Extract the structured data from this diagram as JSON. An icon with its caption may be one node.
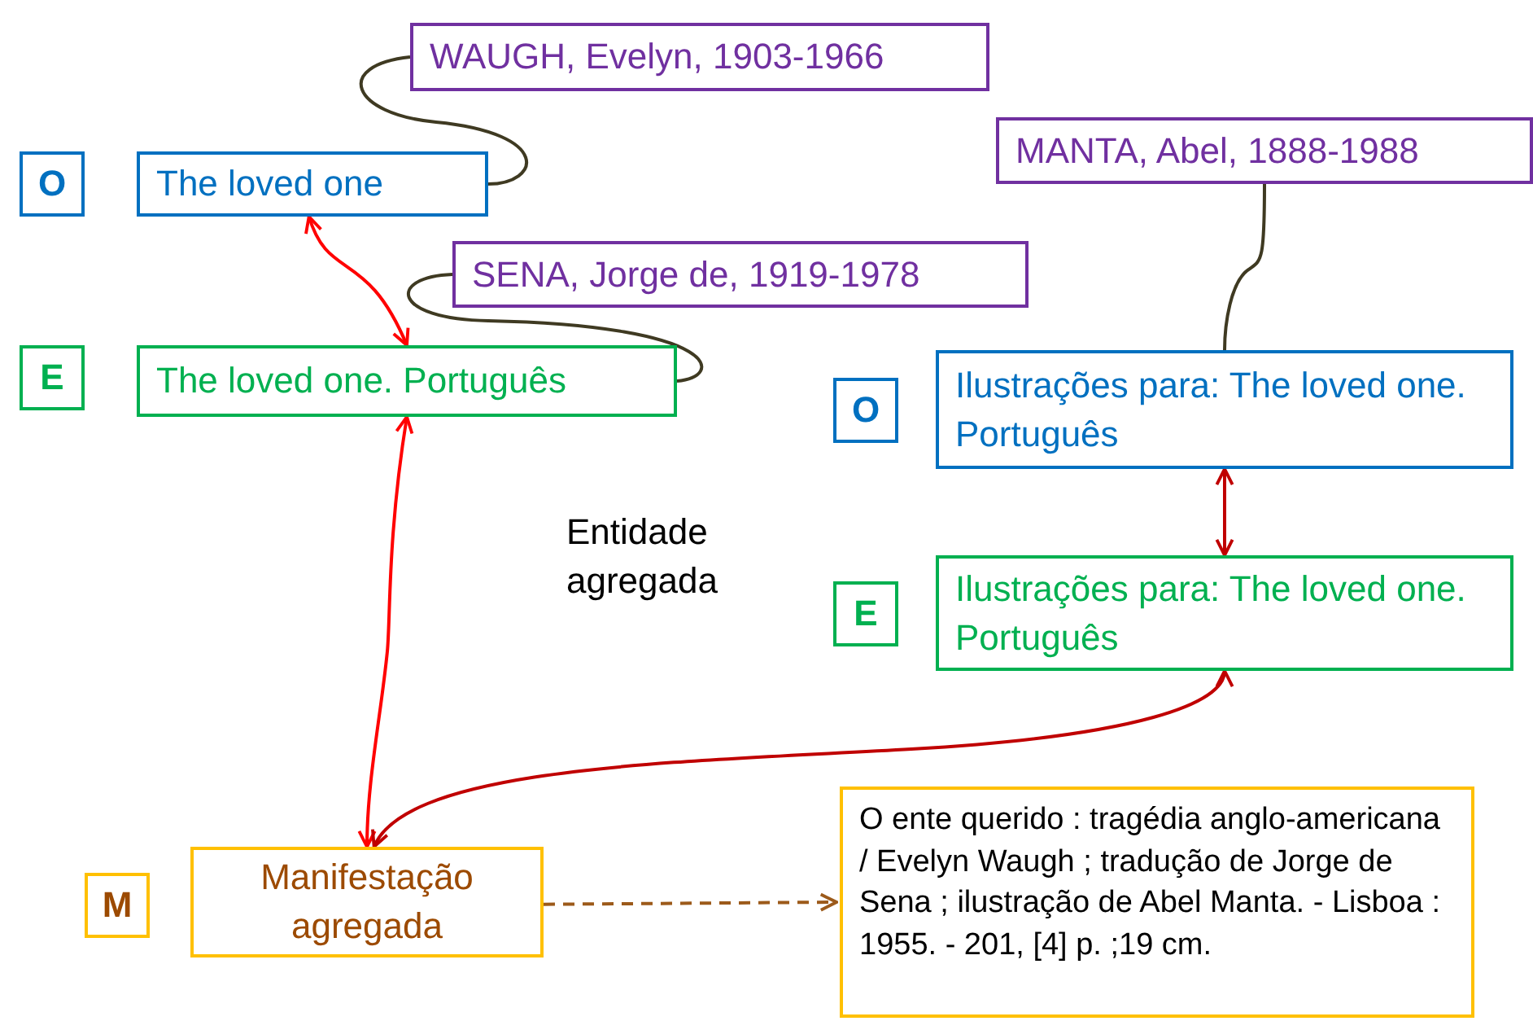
{
  "diagram": {
    "nodes": [
      {
        "text": [
          "WAUGH, Evelyn, 1903-1966"
        ]
      },
      {
        "text": [
          "MANTA, Abel, 1888-1988"
        ]
      },
      {
        "text": [
          "O"
        ]
      },
      {
        "text": [
          "The loved one"
        ]
      },
      {
        "text": [
          "SENA, Jorge de, 1919-1978"
        ]
      },
      {
        "text": [
          "E"
        ]
      },
      {
        "text": [
          "The loved one. Português"
        ]
      },
      {
        "text": [
          "O"
        ]
      },
      {
        "text": [
          "Ilustrações para: The loved one. Português"
        ]
      },
      {
        "text": [
          "E"
        ]
      },
      {
        "text": [
          "Ilustrações para: The loved one. Português"
        ]
      },
      {
        "text": [
          "M"
        ]
      },
      {
        "text": [
          "Manifestação agregada"
        ]
      },
      {
        "text": [
          "O ente querido : tragédia anglo-americana / Evelyn Waugh ; tradução de Jorge de Sena ; ilustração de Abel Manta. - Lisboa : 1955. - 201, [4] p. ;19 cm."
        ]
      }
    ],
    "edges": [
      {
        "from": 3,
        "to": 6,
        "arrow": "both",
        "color": "#ff0000"
      },
      {
        "from": 0,
        "to": 3,
        "arrow": "none",
        "color": "#3f3a22"
      },
      {
        "from": 4,
        "to": 6,
        "arrow": "none",
        "color": "#3f3a22"
      },
      {
        "from": 1,
        "to": 8,
        "arrow": "none",
        "color": "#3f3a22"
      },
      {
        "from": 8,
        "to": 10,
        "arrow": "both",
        "color": "#c00000"
      },
      {
        "from": 6,
        "to": 12,
        "arrow": "both",
        "color": "#ff0000"
      },
      {
        "from": 12,
        "to": 10,
        "arrow": "both",
        "color": "#c00000"
      },
      {
        "from": 12,
        "to": 13,
        "arrow": "to",
        "style": "dashed",
        "color": "#9c5a1a"
      }
    ],
    "labels": [
      "Entidade agregada"
    ]
  }
}
